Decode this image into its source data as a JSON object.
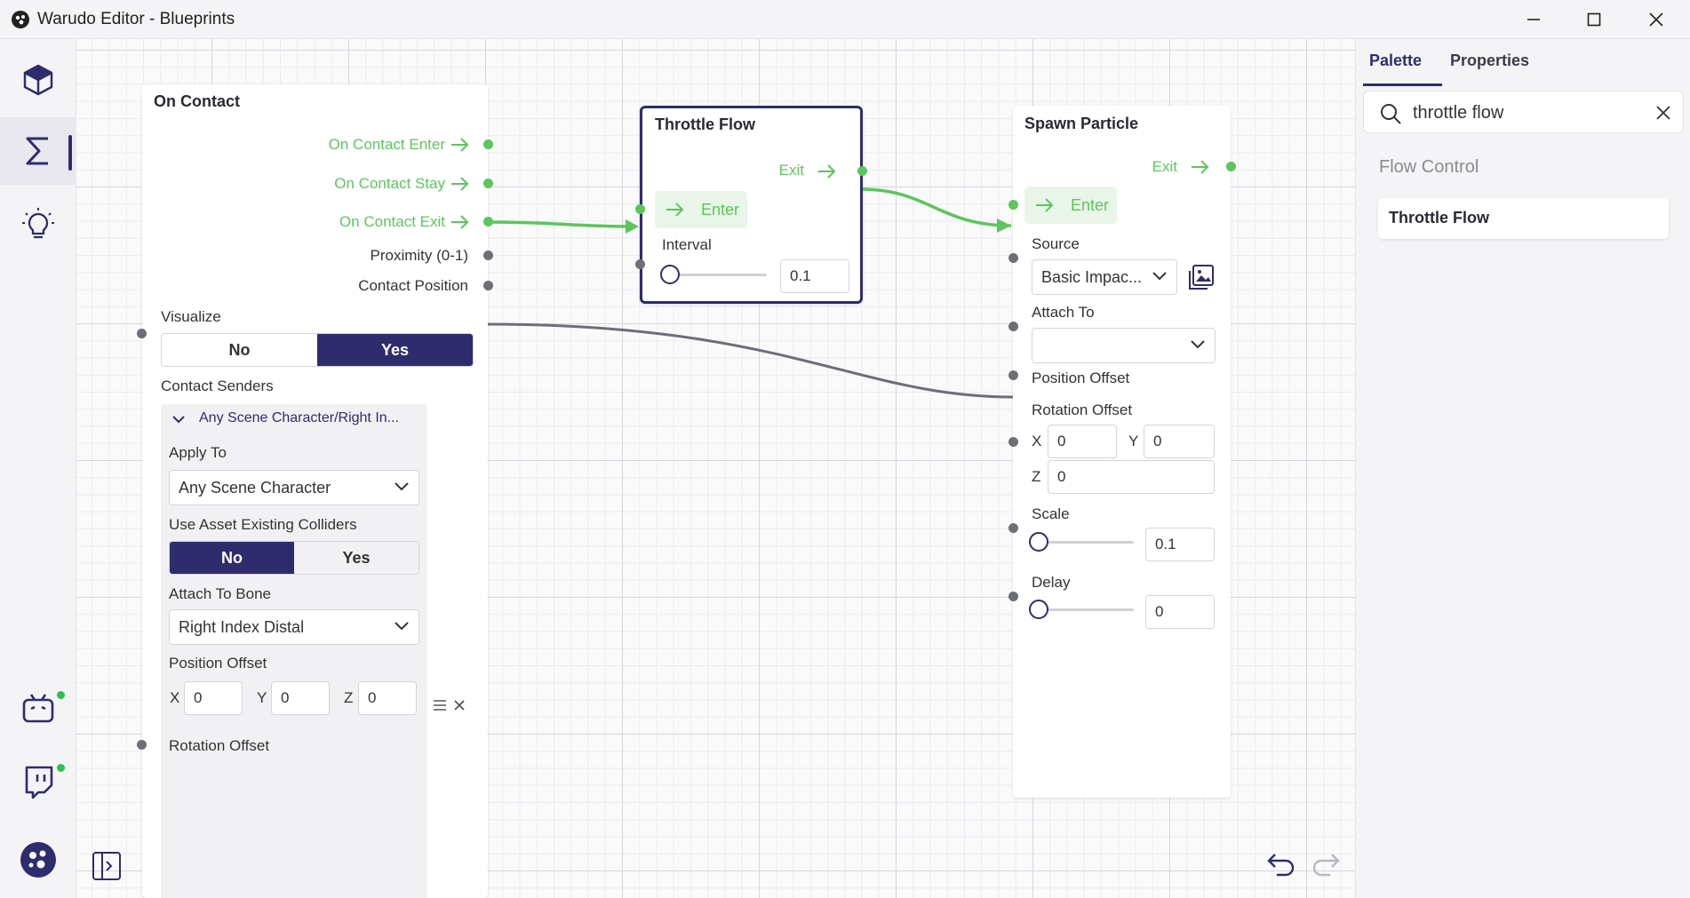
{
  "window": {
    "title": "Warudo Editor - Blueprints"
  },
  "panel": {
    "tabs": [
      "Palette",
      "Properties"
    ],
    "search_value": "throttle flow",
    "category": "Flow Control",
    "results": [
      "Throttle Flow"
    ]
  },
  "nodes": {
    "on_contact": {
      "title": "On Contact",
      "outputs": [
        "On Contact Enter",
        "On Contact Stay",
        "On Contact Exit",
        "Proximity (0-1)",
        "Contact Position"
      ],
      "visualize_label": "Visualize",
      "visualize_options": [
        "No",
        "Yes"
      ],
      "visualize_selected": "Yes",
      "contact_senders_label": "Contact Senders",
      "sender_header": "Any Scene Character/Right In...",
      "apply_to_label": "Apply To",
      "apply_to_value": "Any Scene Character",
      "use_colliders_label": "Use Asset Existing Colliders",
      "use_colliders_options": [
        "No",
        "Yes"
      ],
      "use_colliders_selected": "No",
      "attach_bone_label": "Attach To Bone",
      "attach_bone_value": "Right Index Distal",
      "position_offset_label": "Position Offset",
      "pos_x_label": "X",
      "pos_x": "0",
      "pos_y_label": "Y",
      "pos_y": "0",
      "pos_z_label": "Z",
      "pos_z": "0",
      "rotation_offset_label": "Rotation Offset"
    },
    "throttle_flow": {
      "title": "Throttle Flow",
      "exit_label": "Exit",
      "enter_label": "Enter",
      "interval_label": "Interval",
      "interval_value": "0.1",
      "interval_fraction": 0.0
    },
    "spawn_particle": {
      "title": "Spawn Particle",
      "exit_label": "Exit",
      "enter_label": "Enter",
      "source_label": "Source",
      "source_value": "Basic Impac...",
      "attach_to_label": "Attach To",
      "attach_to_value": "",
      "position_offset_label": "Position Offset",
      "rotation_offset_label": "Rotation Offset",
      "rot_x_label": "X",
      "rot_x": "0",
      "rot_y_label": "Y",
      "rot_y": "0",
      "rot_z_label": "Z",
      "rot_z": "0",
      "scale_label": "Scale",
      "scale_value": "0.1",
      "scale_fraction": 0.0,
      "delay_label": "Delay",
      "delay_value": "0",
      "delay_fraction": 0.0
    }
  },
  "colors": {
    "accent": "#2f2c6e",
    "flow": "#5cc65c",
    "data_port": "#6d6f76"
  },
  "icons": [
    "app-logo-icon",
    "minimize-icon",
    "maximize-icon",
    "close-icon",
    "cube-icon",
    "sigma-icon",
    "lightbulb-icon",
    "bilibili-icon",
    "twitch-icon",
    "warudo-icon",
    "search-icon",
    "clear-icon",
    "undo-icon",
    "redo-icon",
    "collapse-panel-icon"
  ]
}
